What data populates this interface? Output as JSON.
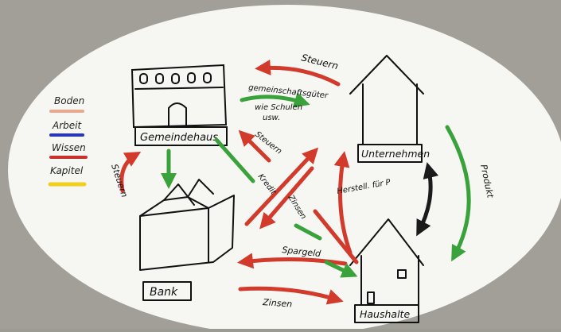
{
  "diagram": {
    "legend": [
      {
        "label": "Boden",
        "color": "#e9a98f"
      },
      {
        "label": "Arbeit",
        "color": "#2a36b8"
      },
      {
        "label": "Wissen",
        "color": "#c8322c"
      },
      {
        "label": "Kapitel",
        "color": "#f2cf1c"
      }
    ],
    "nodes": {
      "gemeindehaus": "Gemeindehaus",
      "bank": "Bank",
      "unternehmen": "Unternehmen",
      "haushalte": "Haushalte"
    },
    "arrow_labels": {
      "steuern_top": "Steuern",
      "gemeinschaft_1": "gemeinschaftsgüter",
      "gemeinschaft_2": "wie Schulen",
      "gemeinschaft_3": "usw.",
      "steuern_left": "Steuern",
      "steuern_mid": "Steuern",
      "kredit": "Kredit",
      "zinsen_mid": "Zinsen",
      "herstell": "Herstell. für P",
      "produkt": "Produkt",
      "spargeld": "Spargeld",
      "zinsen_bottom": "Zinsen"
    },
    "colors": {
      "red": "#d23a2c",
      "green": "#3aa23a",
      "black": "#1b1b1b"
    }
  }
}
